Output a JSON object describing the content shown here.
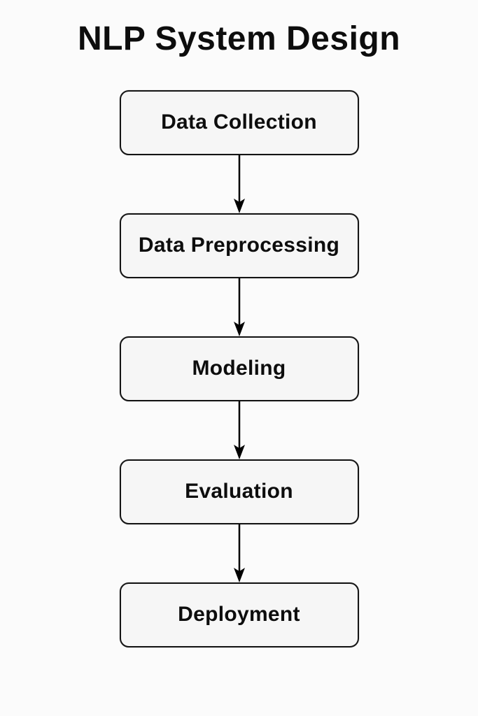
{
  "diagram": {
    "title": "NLP System Design",
    "type": "flowchart",
    "direction": "top-to-bottom",
    "steps": [
      {
        "id": "data-collection",
        "label": "Data Collection"
      },
      {
        "id": "data-preprocessing",
        "label": "Data Preprocessing"
      },
      {
        "id": "modeling",
        "label": "Modeling"
      },
      {
        "id": "evaluation",
        "label": "Evaluation"
      },
      {
        "id": "deployment",
        "label": "Deployment"
      }
    ],
    "edges": [
      {
        "from": "data-collection",
        "to": "data-preprocessing"
      },
      {
        "from": "data-preprocessing",
        "to": "modeling"
      },
      {
        "from": "modeling",
        "to": "evaluation"
      },
      {
        "from": "evaluation",
        "to": "deployment"
      }
    ],
    "colors": {
      "background": "#fbfbfb",
      "node_fill": "#f6f6f6",
      "node_border": "#141414",
      "text": "#0d0d0d",
      "arrow": "#000000"
    }
  }
}
